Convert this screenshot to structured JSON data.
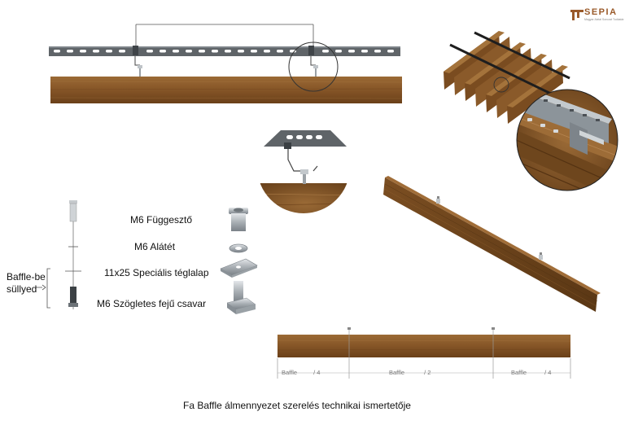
{
  "brand": {
    "name": "SEPIA",
    "tagline": "Magyar Aixtal Sorozat Tudástár"
  },
  "parts": [
    {
      "label": "M6 Függesztő",
      "icon": "hanger-sleeve-icon"
    },
    {
      "label": "M6 Alátét",
      "icon": "washer-icon"
    },
    {
      "label": "11x25 Speciális téglalap",
      "icon": "rectangle-plate-icon"
    },
    {
      "label": "M6 Szögletes fejű csavar",
      "icon": "square-head-bolt-icon"
    }
  ],
  "side_note": {
    "line1": "Baffle-be",
    "line2": "süllyed"
  },
  "dimensions": [
    {
      "name": "Baffle",
      "ratio": "/ 4"
    },
    {
      "name": "Baffle",
      "ratio": "/ 2"
    },
    {
      "name": "Baffle",
      "ratio": "/ 4"
    }
  ],
  "caption": "Fa Baffle álmennyezet szerelés technikai ismertetője",
  "colors": {
    "wood": "#8a5a2c",
    "wood_dark": "#5e3a17",
    "rail": "#5f6468",
    "steel": "#a8aeb3"
  }
}
